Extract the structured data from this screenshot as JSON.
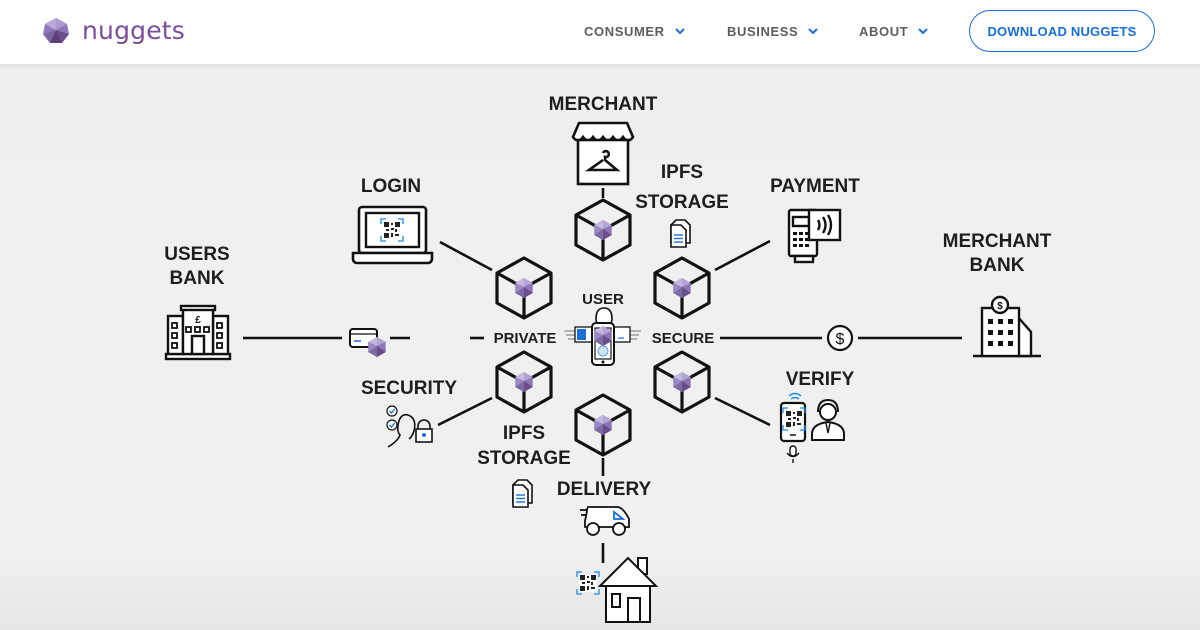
{
  "header": {
    "brand": "nuggets",
    "nav": [
      {
        "label": "CONSUMER",
        "icon": "chevron-down-icon"
      },
      {
        "label": "BUSINESS",
        "icon": "chevron-down-icon"
      },
      {
        "label": "ABOUT",
        "icon": "chevron-down-icon"
      }
    ],
    "cta_label": "DOWNLOAD NUGGETS"
  },
  "colors": {
    "brand_purple": "#7a4f9a",
    "accent_blue": "#1a6fd6",
    "nav_text": "#5d5d5d",
    "line": "#111111"
  },
  "diagram": {
    "center": {
      "title": "USER",
      "left_label": "PRIVATE",
      "right_label": "SECURE"
    },
    "nodes": {
      "merchant": "MERCHANT",
      "ipfs_top_1": "IPFS",
      "ipfs_top_2": "STORAGE",
      "login": "LOGIN",
      "payment": "PAYMENT",
      "users_bank_1": "USERS",
      "users_bank_2": "BANK",
      "merchant_bank_1": "MERCHANT",
      "merchant_bank_2": "BANK",
      "security": "SECURITY",
      "verify": "VERIFY",
      "ipfs_bottom_1": "IPFS",
      "ipfs_bottom_2": "STORAGE",
      "delivery": "DELIVERY"
    },
    "icons": {
      "merchant": "storefront-icon",
      "login": "laptop-qr-icon",
      "payment": "card-terminal-icon",
      "users_bank": "bank-pound-icon",
      "merchant_bank": "bank-dollar-icon",
      "security": "identity-lock-icon",
      "verify": "phone-qr-agent-icon",
      "storage": "documents-icon",
      "delivery": "van-icon",
      "home": "house-qr-icon",
      "user": "user-phone-icon",
      "link_left": "card-nugget-icon",
      "link_right": "dollar-coin-icon",
      "node": "blockchain-cube-icon"
    },
    "currency_symbols": {
      "users_bank": "£",
      "merchant_bank": "$",
      "link_right": "$"
    }
  }
}
